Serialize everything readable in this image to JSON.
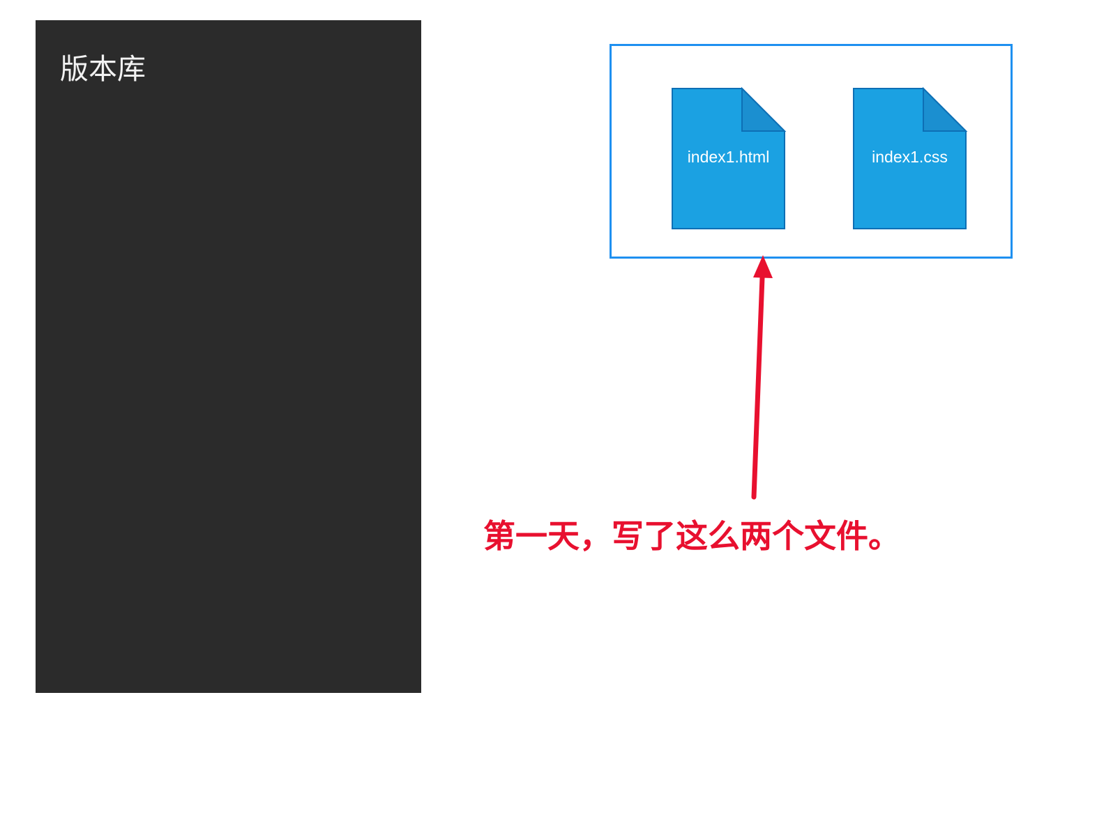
{
  "repository": {
    "title": "版本库"
  },
  "workspace": {
    "files": [
      {
        "name": "index1.html"
      },
      {
        "name": "index1.css"
      }
    ]
  },
  "annotation": {
    "text": "第一天，写了这么两个文件。"
  },
  "colors": {
    "panel_background": "#2b2b2b",
    "workspace_border": "#1e90f0",
    "file_fill": "#1ba1e2",
    "file_stroke": "#0d6fb5",
    "annotation": "#e8102f"
  }
}
